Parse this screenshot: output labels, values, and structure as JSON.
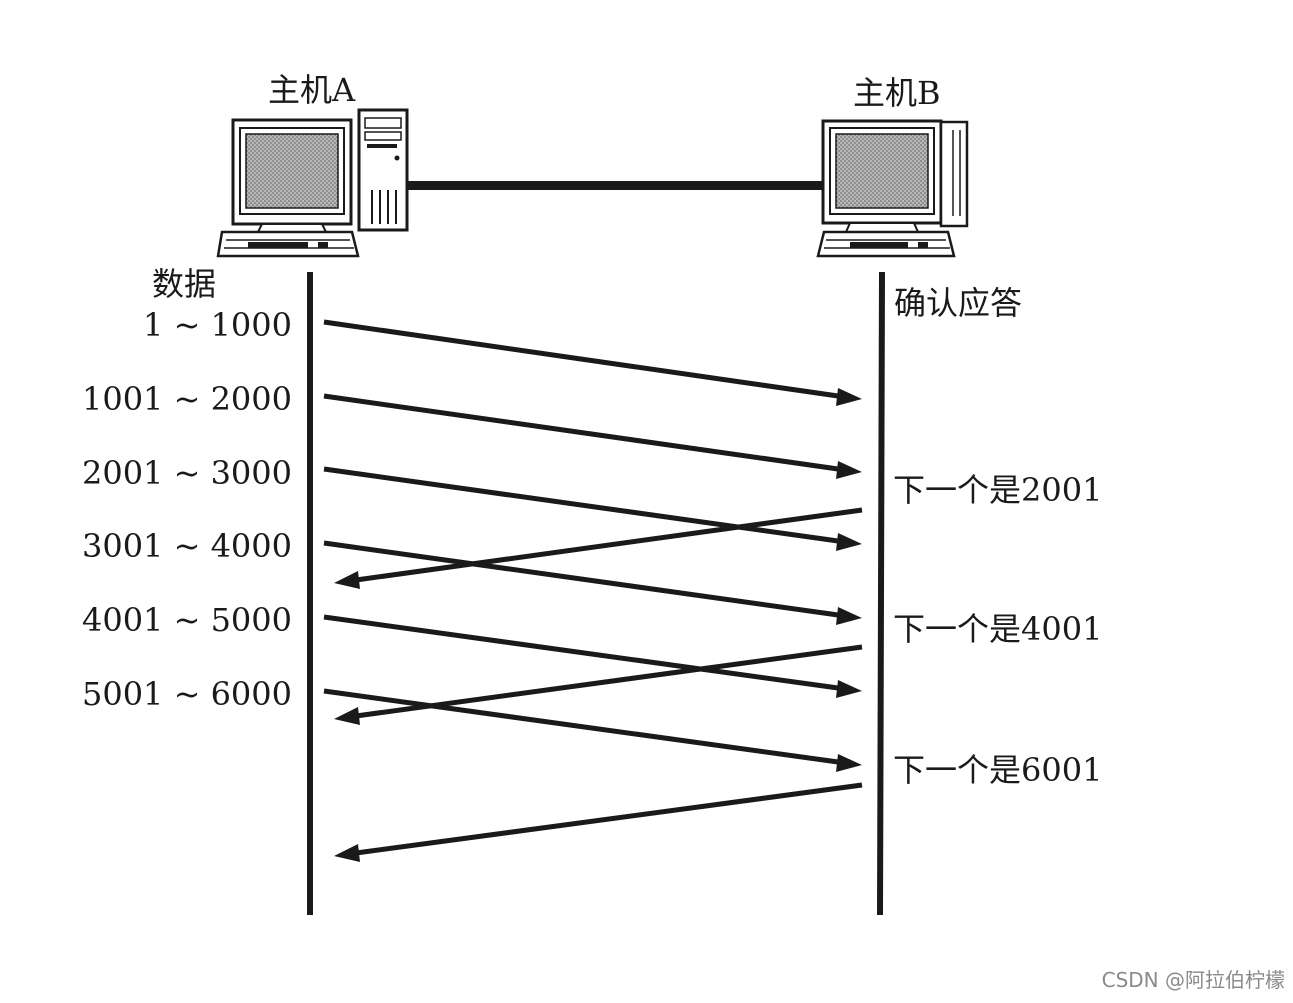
{
  "hosts": {
    "a_label": "主机A",
    "b_label": "主机B"
  },
  "sender": {
    "heading": "数据",
    "segments": [
      "1 ~ 1000",
      "1001 ~ 2000",
      "2001 ~ 3000",
      "3001 ~ 4000",
      "4001 ~ 5000",
      "5001 ~ 6000"
    ]
  },
  "receiver": {
    "heading": "确认应答",
    "acks": [
      "下一个是2001",
      "下一个是4001",
      "下一个是6001"
    ]
  },
  "watermark": "CSDN @阿拉伯柠檬",
  "colors": {
    "ink": "#1a1a1a",
    "screen": "#9a9a9a",
    "background": "#ffffff"
  },
  "icons": [
    "computer-icon",
    "tower-case-icon",
    "keyboard-icon"
  ]
}
